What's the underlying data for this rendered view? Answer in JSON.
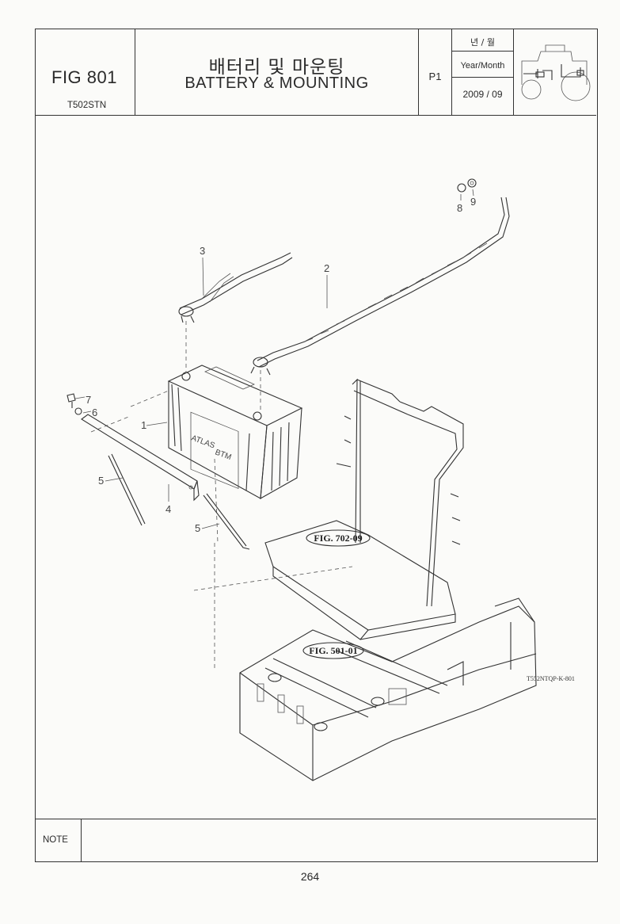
{
  "header": {
    "fig_no": "FIG 801",
    "model": "T502STN",
    "title_ko": "배터리 및 마운팅",
    "title_en": "BATTERY & MOUNTING",
    "page_code": "P1",
    "date_label_ko": "년 / 월",
    "date_label_en": "Year/Month",
    "date_value": "2009 / 09"
  },
  "drawing": {
    "callouts": [
      "1",
      "2",
      "3",
      "4",
      "5",
      "5",
      "6",
      "7",
      "8",
      "9"
    ],
    "fig_refs": [
      "FIG. 702-09",
      "FIG. 501-01"
    ],
    "drawing_code": "T552NTQP-K-801",
    "battery_brand": "ATLAS",
    "battery_mark": "BTM"
  },
  "footer": {
    "note_label": "NOTE",
    "note_text": "",
    "page_number": "264"
  }
}
